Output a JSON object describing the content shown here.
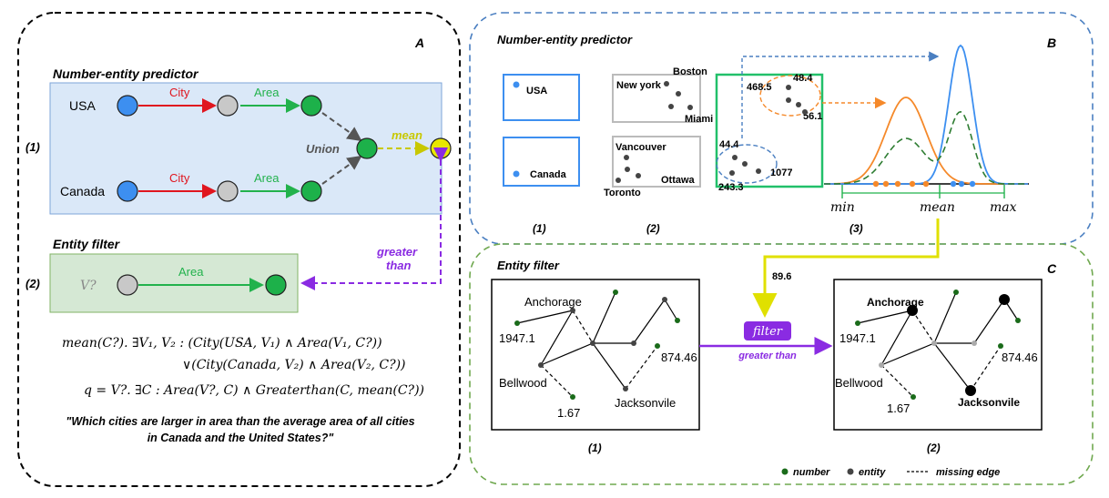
{
  "panelA": {
    "letter": "A",
    "nep_title": "Number-entity predictor",
    "row1": "(1)",
    "row2": "(2)",
    "usa": "USA",
    "canada": "Canada",
    "city": "City",
    "area": "Area",
    "union": "Union",
    "mean": "mean",
    "greater": "greater",
    "than": "than",
    "ef_title": "Entity filter",
    "v_label": "V?",
    "formula1": "mean(C?). ∃V₁, V₂ : (City(USA, V₁) ∧ Area(V₁, C?))",
    "formula2": "∨(City(Canada, V₂) ∧ Area(V₂, C?))",
    "formula3": "q = V?. ∃C : Area(V?, C) ∧ Greaterthan(C, mean(C?))",
    "question1": "\"Which cities are larger in area than the average area of all cities",
    "question2": "in Canada and the United States?\""
  },
  "panelB": {
    "letter": "B",
    "title": "Number-entity predictor",
    "usa": "USA",
    "canada": "Canada",
    "newyork": "New york",
    "boston": "Boston",
    "miami": "Miami",
    "vancouver": "Vancouver",
    "toronto": "Toronto",
    "ottawa": "Ottawa",
    "n1": "468.5",
    "n2": "48.4",
    "n3": "56.1",
    "n4": "44.4",
    "n5": "1077",
    "n6": "243.3",
    "axis_min": "min",
    "axis_mean": "mean",
    "axis_max": "max",
    "sub1": "(1)",
    "sub2": "(2)",
    "sub3": "(3)"
  },
  "panelC": {
    "letter": "C",
    "title": "Entity filter",
    "value": "89.6",
    "filter": "filter",
    "greater_than": "greater than",
    "anchorage": "Anchorage",
    "bellwood": "Bellwood",
    "jacksonvile": "Jacksonvile",
    "v1": "1947.1",
    "v2": "874.46",
    "v3": "1.67",
    "sub1": "(1)",
    "sub2": "(2)",
    "legend_number": "number",
    "legend_entity": "entity",
    "legend_missing": "missing edge"
  },
  "colors": {
    "blue_node": "#3d8ff0",
    "gray_node": "#c8c8c8",
    "green_node": "#1db14a",
    "yellow_node": "#e8e800",
    "red_edge": "#e0161f",
    "green_edge": "#22b24c",
    "purple": "#8a2be2",
    "orange": "#f5892a",
    "panel_blue_fill": "#dae8f8",
    "panel_green_fill": "#d5e8d4"
  }
}
